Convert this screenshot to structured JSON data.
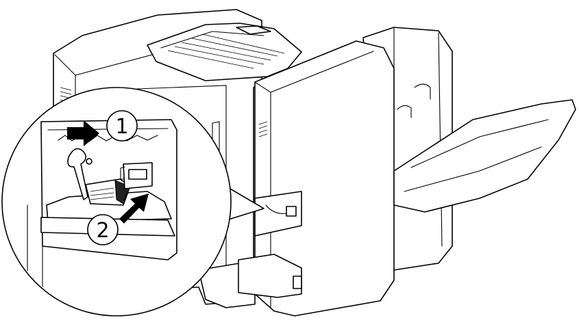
{
  "figure": {
    "steps": [
      {
        "number": "1",
        "action": "push-right-arrow"
      },
      {
        "number": "2",
        "action": "insert-diagonal-arrow"
      }
    ],
    "colors": {
      "line": "#000000",
      "background": "#ffffff",
      "arrow": "#000000"
    }
  }
}
